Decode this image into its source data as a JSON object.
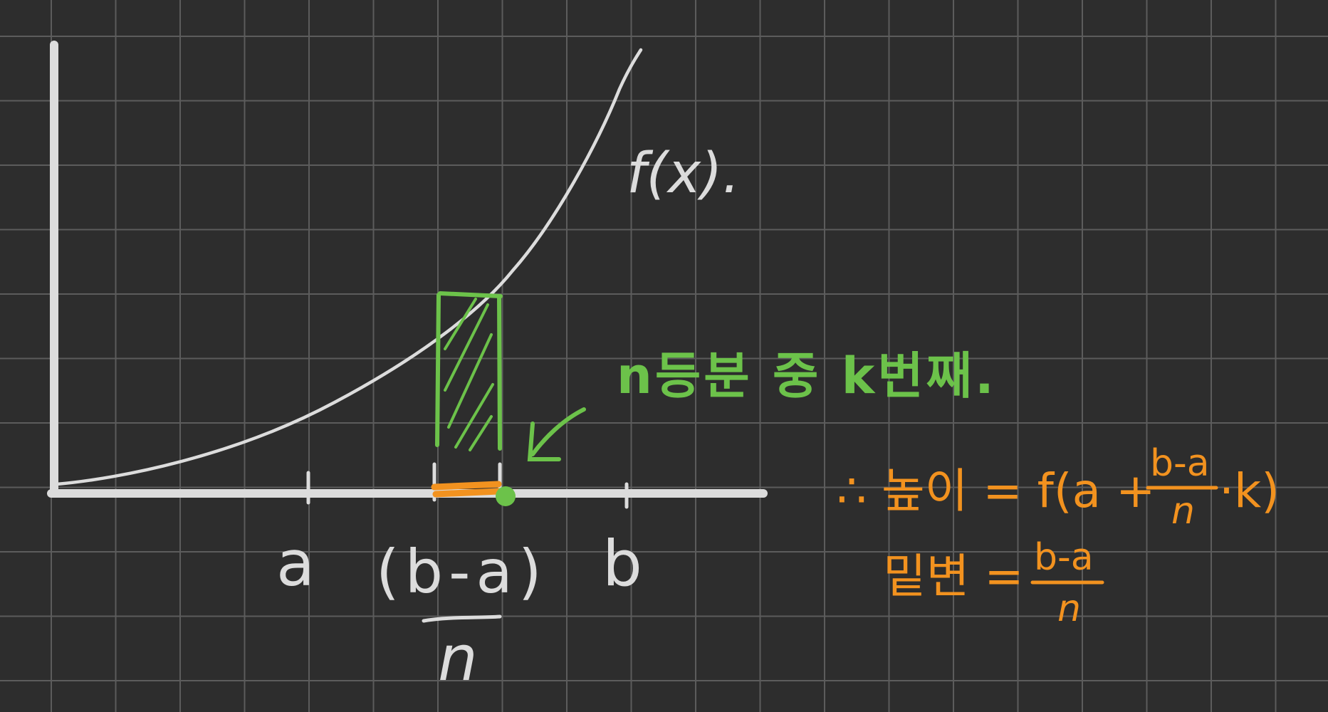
{
  "colors": {
    "background": "#2d2d2d",
    "grid": "#5c5c5c",
    "chalk": "#dcdcdc",
    "green": "#6cc24a",
    "orange": "#f2921f"
  },
  "labels": {
    "function": "f(x).",
    "a": "a",
    "b": "b",
    "width_numerator": "(b-a)",
    "width_denominator": "n",
    "partition_note": "n등분 중 k번째.",
    "height_prefix": "∴ 높이 = f(a +",
    "height_frac_num": "b-a",
    "height_frac_den": "n",
    "height_suffix": "·k)",
    "base_label": "밑변 =",
    "base_frac_num": "b-a",
    "base_frac_den": "n"
  }
}
